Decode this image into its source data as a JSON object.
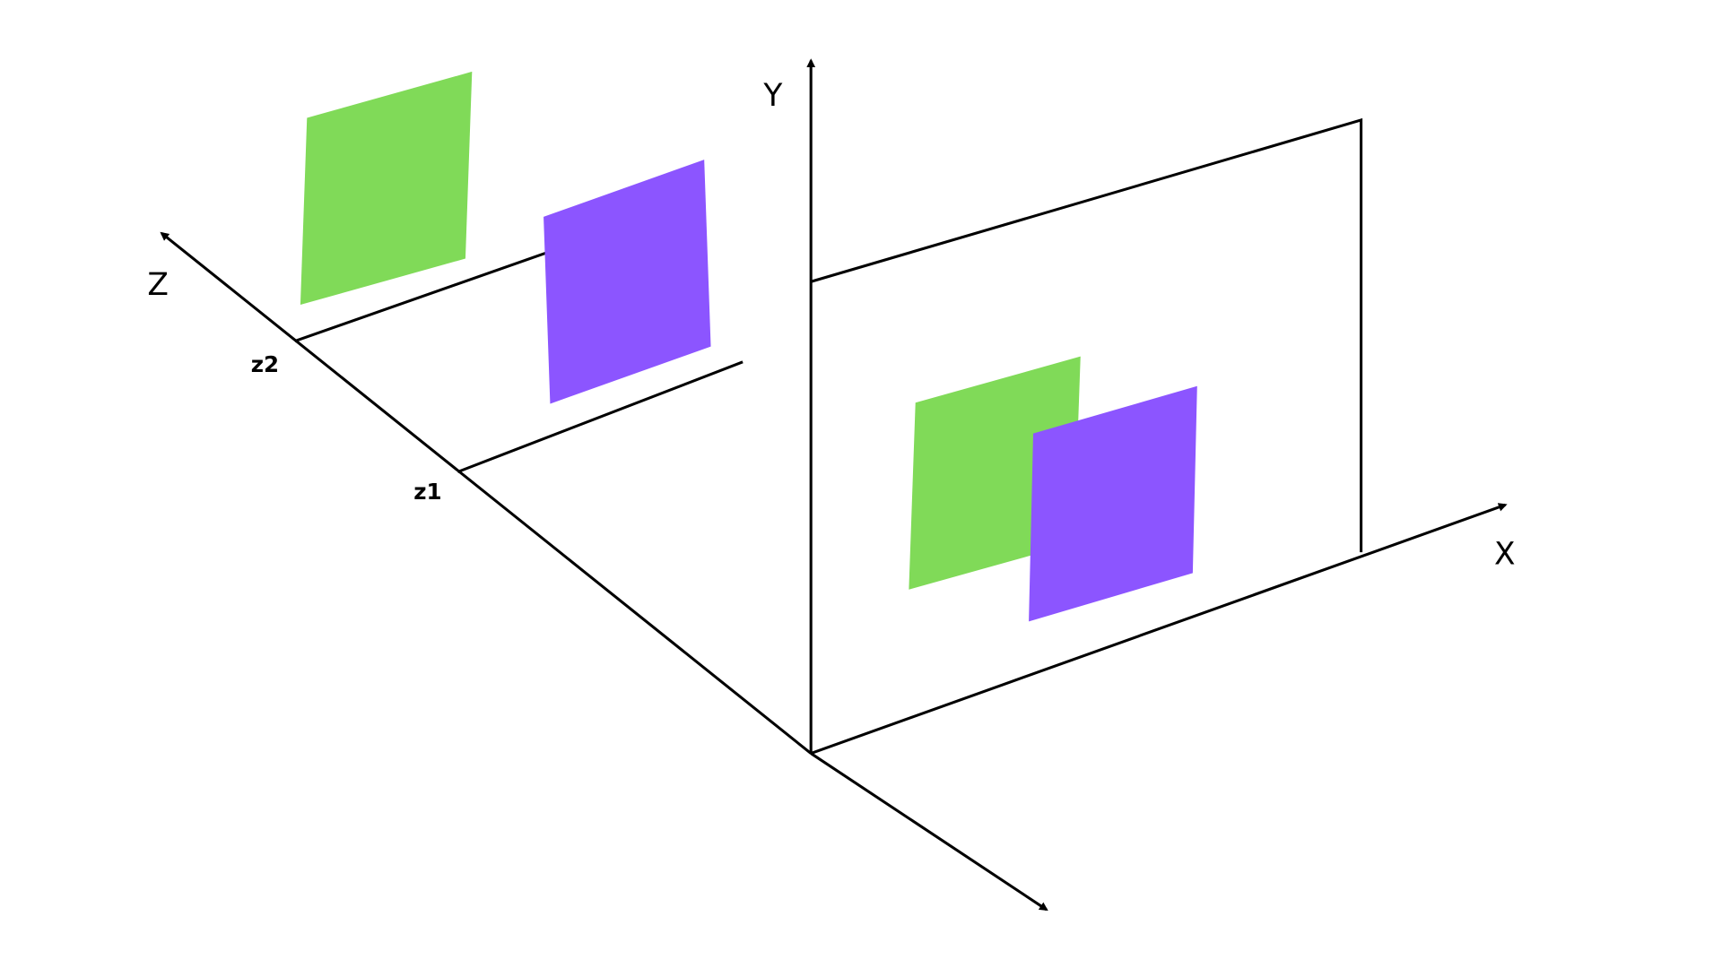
{
  "diagram": {
    "axes": {
      "x_label": "X",
      "y_label": "Y",
      "z_label": "Z"
    },
    "z_ticks": [
      "z1",
      "z2"
    ],
    "colors": {
      "green": "#80DA58",
      "purple": "#8C55FF",
      "line": "#000000",
      "background": "#FFFFFF"
    }
  }
}
